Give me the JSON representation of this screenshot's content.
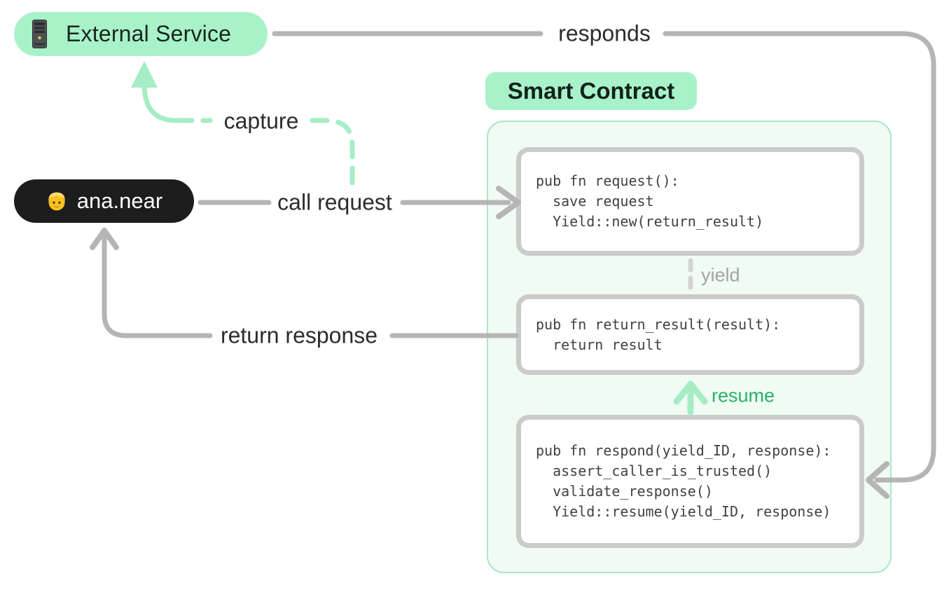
{
  "external_service": {
    "label": "External Service",
    "icon": "server-icon"
  },
  "user": {
    "label": "ana.near",
    "icon": "person-icon"
  },
  "smart_contract": {
    "title": "Smart Contract",
    "functions": [
      {
        "name": "request",
        "lines": [
          "pub fn request():",
          "  save request",
          "  Yield::new(return_result)"
        ]
      },
      {
        "name": "return_result",
        "lines": [
          "pub fn return_result(result):",
          "  return result"
        ]
      },
      {
        "name": "respond",
        "lines": [
          "pub fn respond(yield_ID, response):",
          "  assert_caller_is_trusted()",
          "  validate_response()",
          "  Yield::resume(yield_ID, response)"
        ]
      }
    ]
  },
  "edges": {
    "responds": {
      "label": "responds"
    },
    "call_request": {
      "label": "call request"
    },
    "capture": {
      "label": "capture"
    },
    "return_response": {
      "label": "return response"
    },
    "yield": {
      "label": "yield"
    },
    "resume": {
      "label": "resume"
    }
  },
  "colors": {
    "pill_green": "#a8f2c9",
    "panel_green_bg": "#f0fbf4",
    "panel_green_border": "#a9e8c3",
    "arrow_green": "#a6edc5",
    "resume_label_green": "#28b169",
    "line_gray": "#b5b5b5",
    "dash_gray": "#d4d4d4",
    "box_border_gray": "#cbcbcb",
    "yield_label_gray": "#a5a5a5",
    "user_pill_black": "#1d1d1d"
  }
}
